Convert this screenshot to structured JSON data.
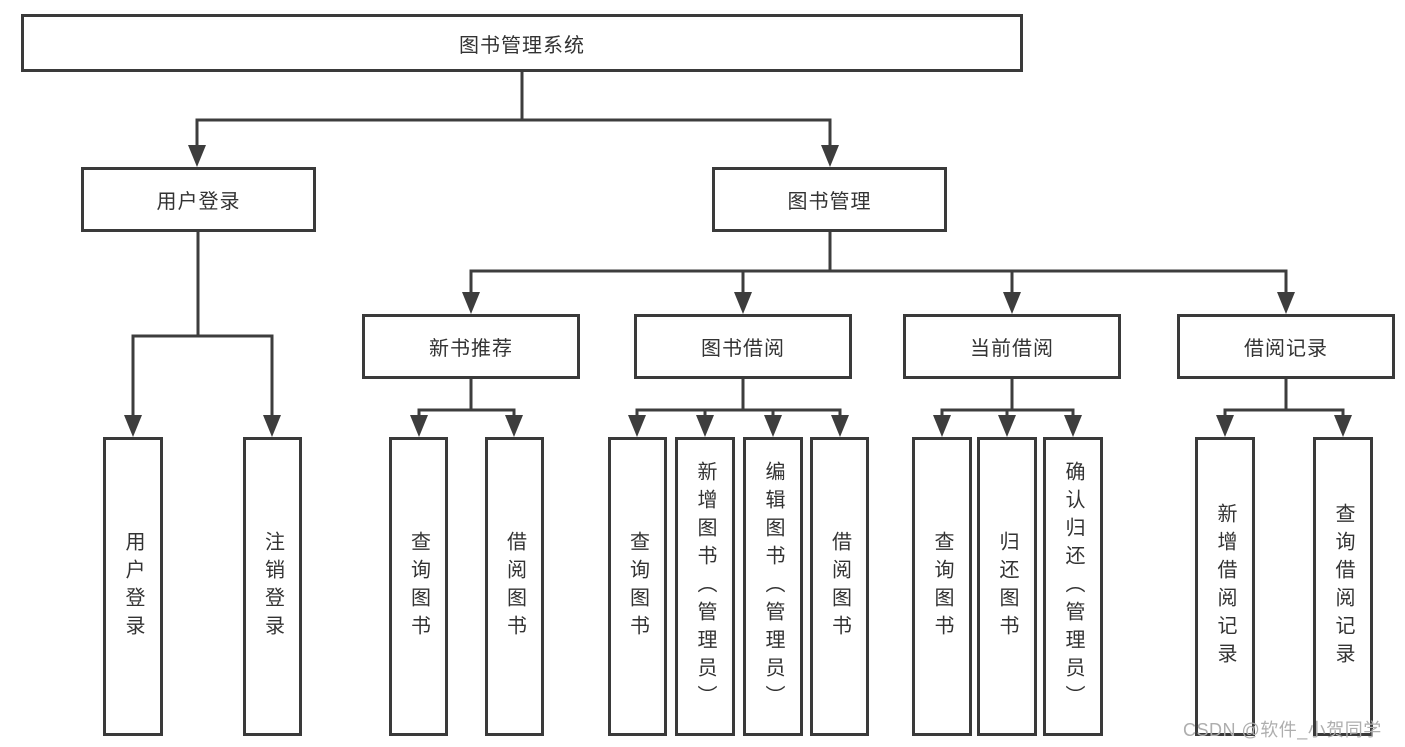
{
  "diagram": {
    "type": "hierarchy-structure-chart",
    "colors": {
      "background": "#ffffff",
      "line": "#3d3d3d",
      "box_border": "#3a3a3a",
      "box_fill": "#ffffff",
      "text": "#333333",
      "watermark": "#aeaeae"
    },
    "tree": {
      "label": "图书管理系统",
      "children": [
        {
          "label": "用户登录",
          "children": [
            {
              "label": "用户登录"
            },
            {
              "label": "注销登录"
            }
          ]
        },
        {
          "label": "图书管理",
          "children": [
            {
              "label": "新书推荐",
              "children": [
                {
                  "label": "查询图书"
                },
                {
                  "label": "借阅图书"
                }
              ]
            },
            {
              "label": "图书借阅",
              "children": [
                {
                  "label": "查询图书"
                },
                {
                  "label": "新增图书（管理员）"
                },
                {
                  "label": "编辑图书（管理员）"
                },
                {
                  "label": "借阅图书"
                }
              ]
            },
            {
              "label": "当前借阅",
              "children": [
                {
                  "label": "查询图书"
                },
                {
                  "label": "归还图书"
                },
                {
                  "label": "确认归还（管理员）"
                }
              ]
            },
            {
              "label": "借阅记录",
              "children": [
                {
                  "label": "新增借阅记录"
                },
                {
                  "label": "查询借阅记录"
                }
              ]
            }
          ]
        }
      ]
    },
    "watermark": "CSDN @软件_小贺同学"
  }
}
